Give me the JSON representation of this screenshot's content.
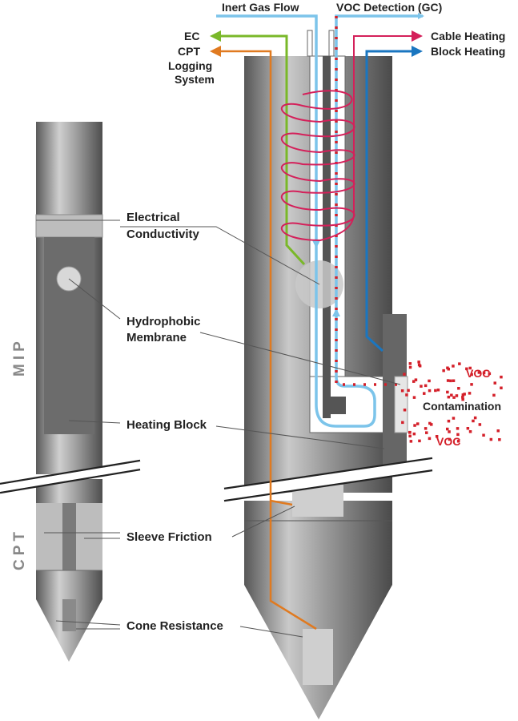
{
  "labels": {
    "inert_gas_flow": "Inert Gas Flow",
    "voc_detection": "VOC Detection (GC)",
    "ec": "EC",
    "cpt": "CPT",
    "logging_1": "Logging",
    "logging_2": "System",
    "cable_heating": "Cable Heating",
    "block_heating": "Block Heating",
    "electrical_1": "Electrical",
    "electrical_2": "Conductivity",
    "hydrophobic_1": "Hydrophobic",
    "hydrophobic_2": "Membrane",
    "heating_block": "Heating Block",
    "sleeve_friction": "Sleeve Friction",
    "cone_resistance": "Cone Resistance",
    "contamination": "Contamination",
    "voc_1": "VOC",
    "voc_2": "VOC",
    "mip_side": "MIP",
    "cpt_side": "CPT"
  },
  "colors": {
    "inert_gas": "#7cc4ea",
    "voc_detection": "#d4202a",
    "ec_line": "#7ab829",
    "cpt_line": "#e07a20",
    "cable_heating": "#d4205a",
    "block_heating": "#1a76c0",
    "probe_gray": "#6a6a6a",
    "label_text": "#222222"
  }
}
